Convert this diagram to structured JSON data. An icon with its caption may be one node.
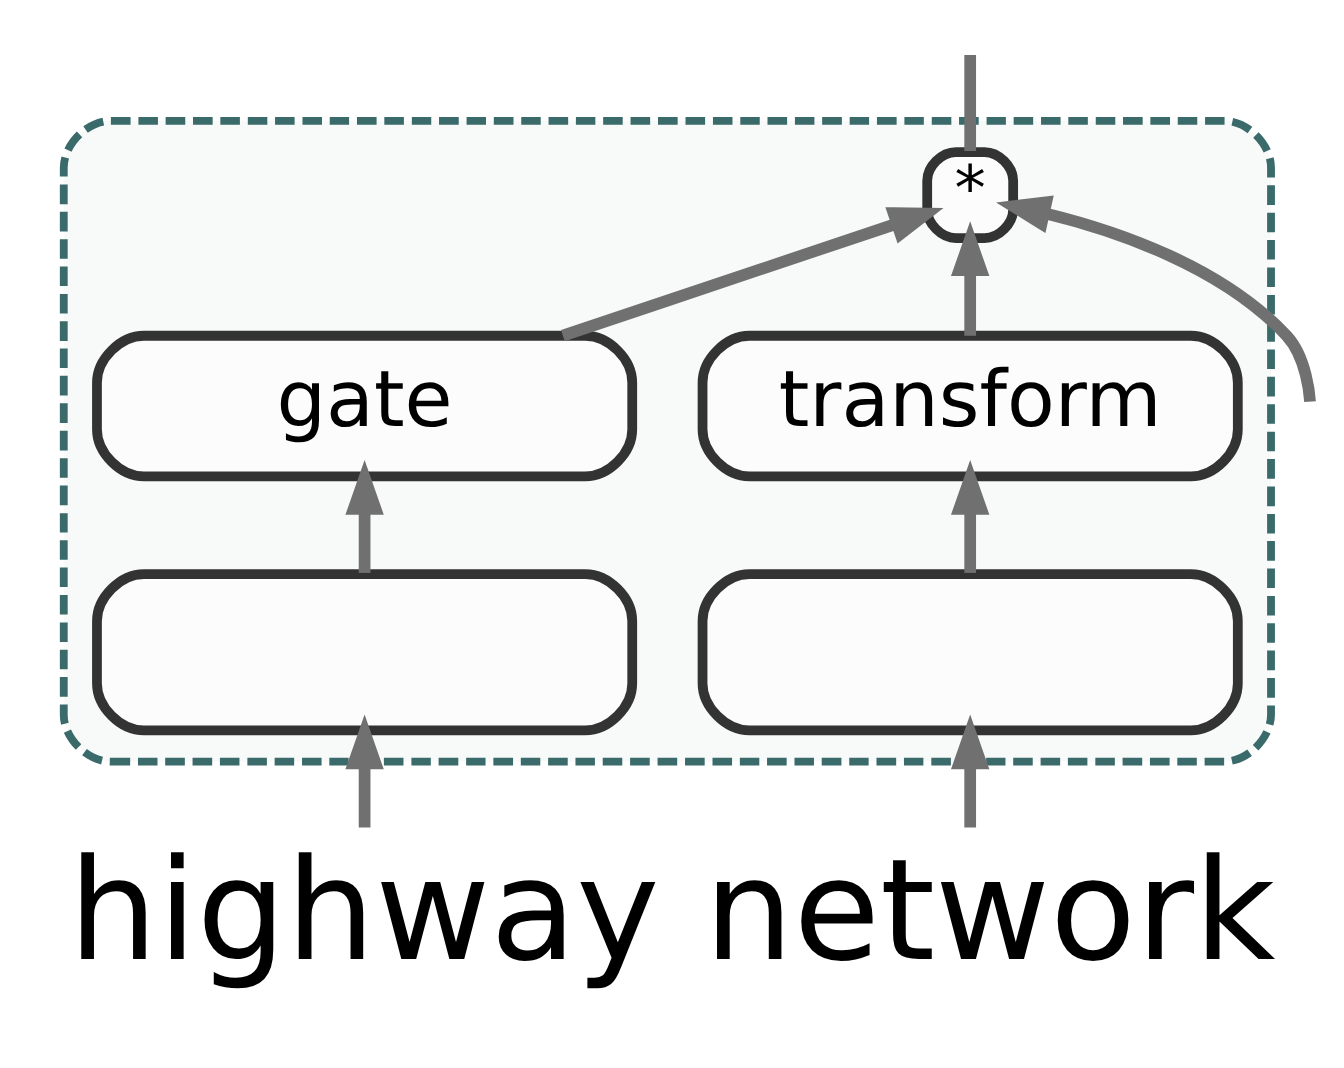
{
  "diagram": {
    "caption": "highway network",
    "nodes": [
      {
        "text": [],
        "shape": "box"
      },
      {
        "text": [
          "*"
        ],
        "in": 0
      },
      {
        "text": [
          "gate"
        ],
        "in": 0
      },
      {
        "text": [
          "transform"
        ],
        "in": 0
      },
      {
        "text": [],
        "shape": "box",
        "in": 0
      },
      {
        "text": [],
        "shape": "box",
        "in": 0
      }
    ],
    "edges": [
      {
        "from": null,
        "to": 4,
        "arrow": "to"
      },
      {
        "from": null,
        "to": 5,
        "arrow": "to"
      },
      {
        "from": null,
        "to": 1,
        "arrow": "to"
      },
      {
        "from": 4,
        "to": 2,
        "arrow": "to"
      },
      {
        "from": 5,
        "to": 3,
        "arrow": "to"
      },
      {
        "from": 2,
        "to": 1,
        "arrow": "to"
      },
      {
        "from": 3,
        "to": 1,
        "arrow": "to"
      },
      {
        "from": 1,
        "to": null,
        "arrow": "none"
      }
    ]
  }
}
